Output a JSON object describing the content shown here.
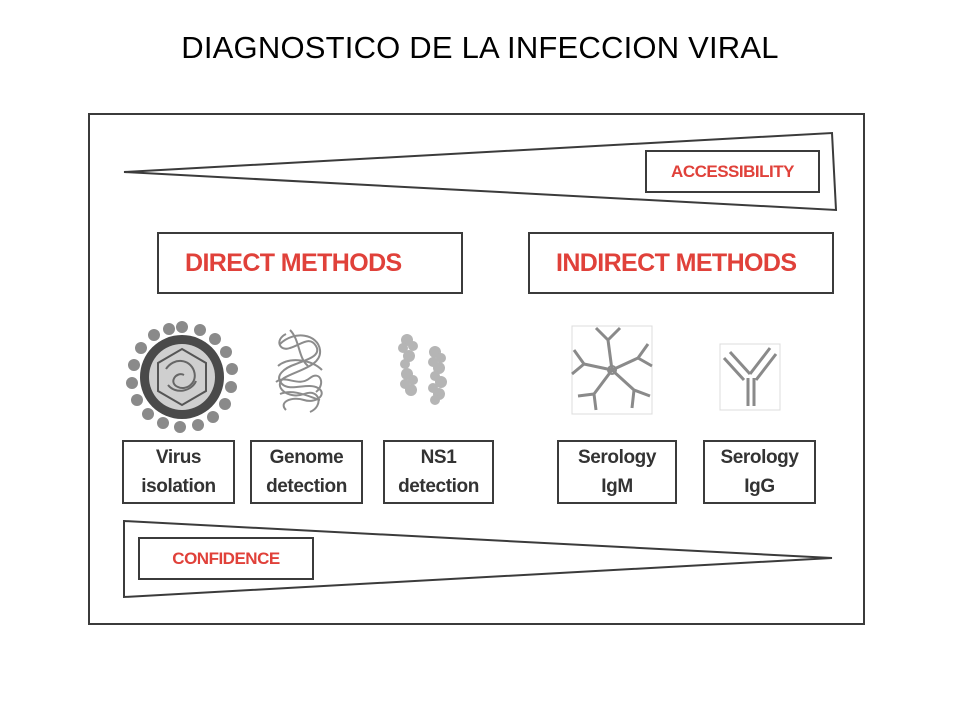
{
  "title": "DIAGNOSTICO DE LA INFECCION VIRAL",
  "accessibility_label": "ACCESSIBILITY",
  "confidence_label": "CONFIDENCE",
  "direct_methods_label": "DIRECT METHODS",
  "indirect_methods_label": "INDIRECT METHODS",
  "methods": [
    {
      "line1": "Virus",
      "line2": "isolation",
      "icon": "virus-particle-icon"
    },
    {
      "line1": "Genome",
      "line2": "detection",
      "icon": "genome-strand-icon"
    },
    {
      "line1": "NS1",
      "line2": "detection",
      "icon": "ns1-protein-icon"
    },
    {
      "line1": "Serology",
      "line2": "IgM",
      "icon": "igm-antibody-icon"
    },
    {
      "line1": "Serology",
      "line2": "IgG",
      "icon": "igg-antibody-icon"
    }
  ],
  "colors": {
    "accent": "#e0413a",
    "outline": "#3b3b3b"
  }
}
